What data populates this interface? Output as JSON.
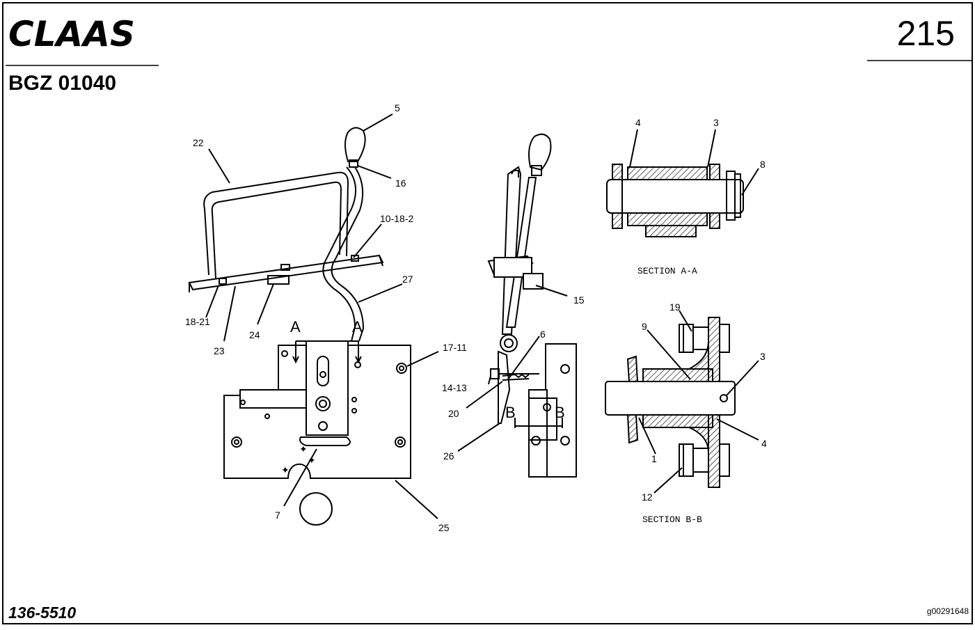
{
  "header": {
    "brand": "CLAAS",
    "page_number": "215",
    "group_code": "BGZ 01040"
  },
  "footer": {
    "part_number": "136-5510",
    "image_ref": "g00291648"
  },
  "sections": {
    "a_title": "SECTION A-A",
    "b_title": "SECTION B-B"
  },
  "view_markers": {
    "a_left": "A",
    "a_right": "A",
    "b_left": "B",
    "b_right": "B"
  },
  "callouts": {
    "c5": "5",
    "c22": "22",
    "c16": "16",
    "c10_18_2": "10-18-2",
    "c27": "27",
    "c18_21": "18-21",
    "c23": "23",
    "c24": "24",
    "c17_11": "17-11",
    "c7": "7",
    "c25": "25",
    "c15": "15",
    "c6": "6",
    "c14_13": "14-13",
    "c20": "20",
    "c26": "26",
    "sa_4": "4",
    "sa_3": "3",
    "sa_8": "8",
    "sb_19": "19",
    "sb_9": "9",
    "sb_3": "3",
    "sb_4": "4",
    "sb_1": "1",
    "sb_12": "12"
  }
}
